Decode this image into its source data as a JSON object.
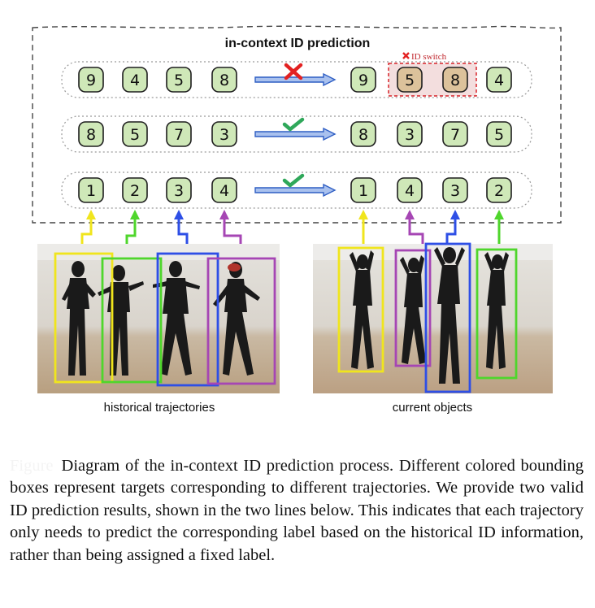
{
  "figure": {
    "title": "in-context ID prediction",
    "id_switch_label": "ID switch",
    "rows": [
      {
        "history": [
          "9",
          "4",
          "5",
          "8"
        ],
        "prediction": [
          "9",
          "5",
          "8",
          "4"
        ],
        "result": "wrong",
        "switched_positions": [
          1,
          2
        ]
      },
      {
        "history": [
          "8",
          "5",
          "7",
          "3"
        ],
        "prediction": [
          "8",
          "3",
          "7",
          "5"
        ],
        "result": "correct",
        "switched_positions": []
      },
      {
        "history": [
          "1",
          "2",
          "3",
          "4"
        ],
        "prediction": [
          "1",
          "4",
          "3",
          "2"
        ],
        "result": "correct",
        "switched_positions": []
      }
    ],
    "trajectory_colors": [
      "#f0e51d",
      "#4fd62c",
      "#2e4fe6",
      "#a646b4"
    ],
    "token_fill": "#cfe8b8",
    "token_switch_fill": "#dcc29b",
    "cross_color": "#e32222",
    "check_color": "#2fa85a",
    "arrow_color": "#2f5fc4",
    "left_panel_label": "historical trajectories",
    "right_panel_label": "current objects"
  },
  "caption": {
    "label": "Figure",
    "text": "Diagram of the in-context ID prediction process. Different colored bounding boxes represent targets corresponding to different trajectories. We provide two valid ID prediction results, shown in the two lines below. This indicates that each trajectory only needs to predict the corresponding label based on the historical ID information, rather than being assigned a fixed label."
  }
}
